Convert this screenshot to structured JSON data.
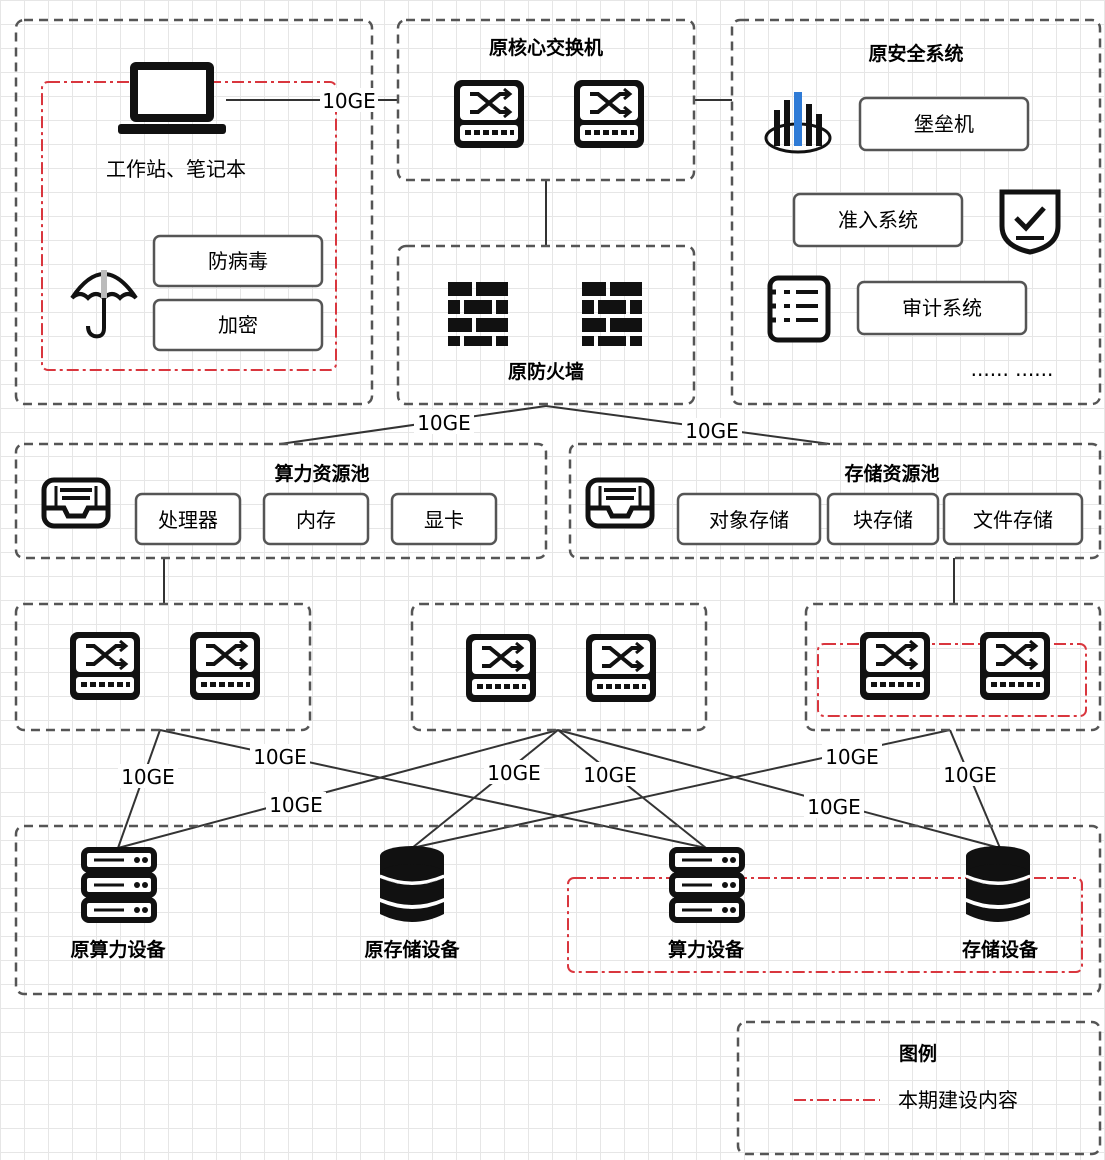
{
  "groups": {
    "workstation": {
      "label": "工作站、笔记本",
      "items": [
        "防病毒",
        "加密"
      ]
    },
    "core_switch": {
      "title": "原核心交换机"
    },
    "firewall": {
      "title": "原防火墙"
    },
    "security": {
      "title": "原安全系统",
      "items": [
        "堡垒机",
        "准入系统",
        "审计系统"
      ],
      "ellipsis": "······ ······"
    },
    "compute_pool": {
      "title": "算力资源池",
      "items": [
        "处理器",
        "内存",
        "显卡"
      ]
    },
    "storage_pool": {
      "title": "存储资源池",
      "items": [
        "对象存储",
        "块存储",
        "文件存储"
      ]
    },
    "devices": [
      "原算力设备",
      "原存储设备",
      "算力设备",
      "存储设备"
    ]
  },
  "link_label": "10GE",
  "legend": {
    "title": "图例",
    "item": "本期建设内容"
  },
  "colors": {
    "border": "#555555",
    "new_scope": "#d9363e",
    "icon": "#111111",
    "accent": "#2f7bd6"
  },
  "icons": [
    "laptop-icon",
    "umbrella-icon",
    "switch-icon",
    "firewall-icon",
    "bar-chart-icon",
    "shield-check-icon",
    "list-icon",
    "tray-icon",
    "server-icon",
    "database-icon"
  ]
}
